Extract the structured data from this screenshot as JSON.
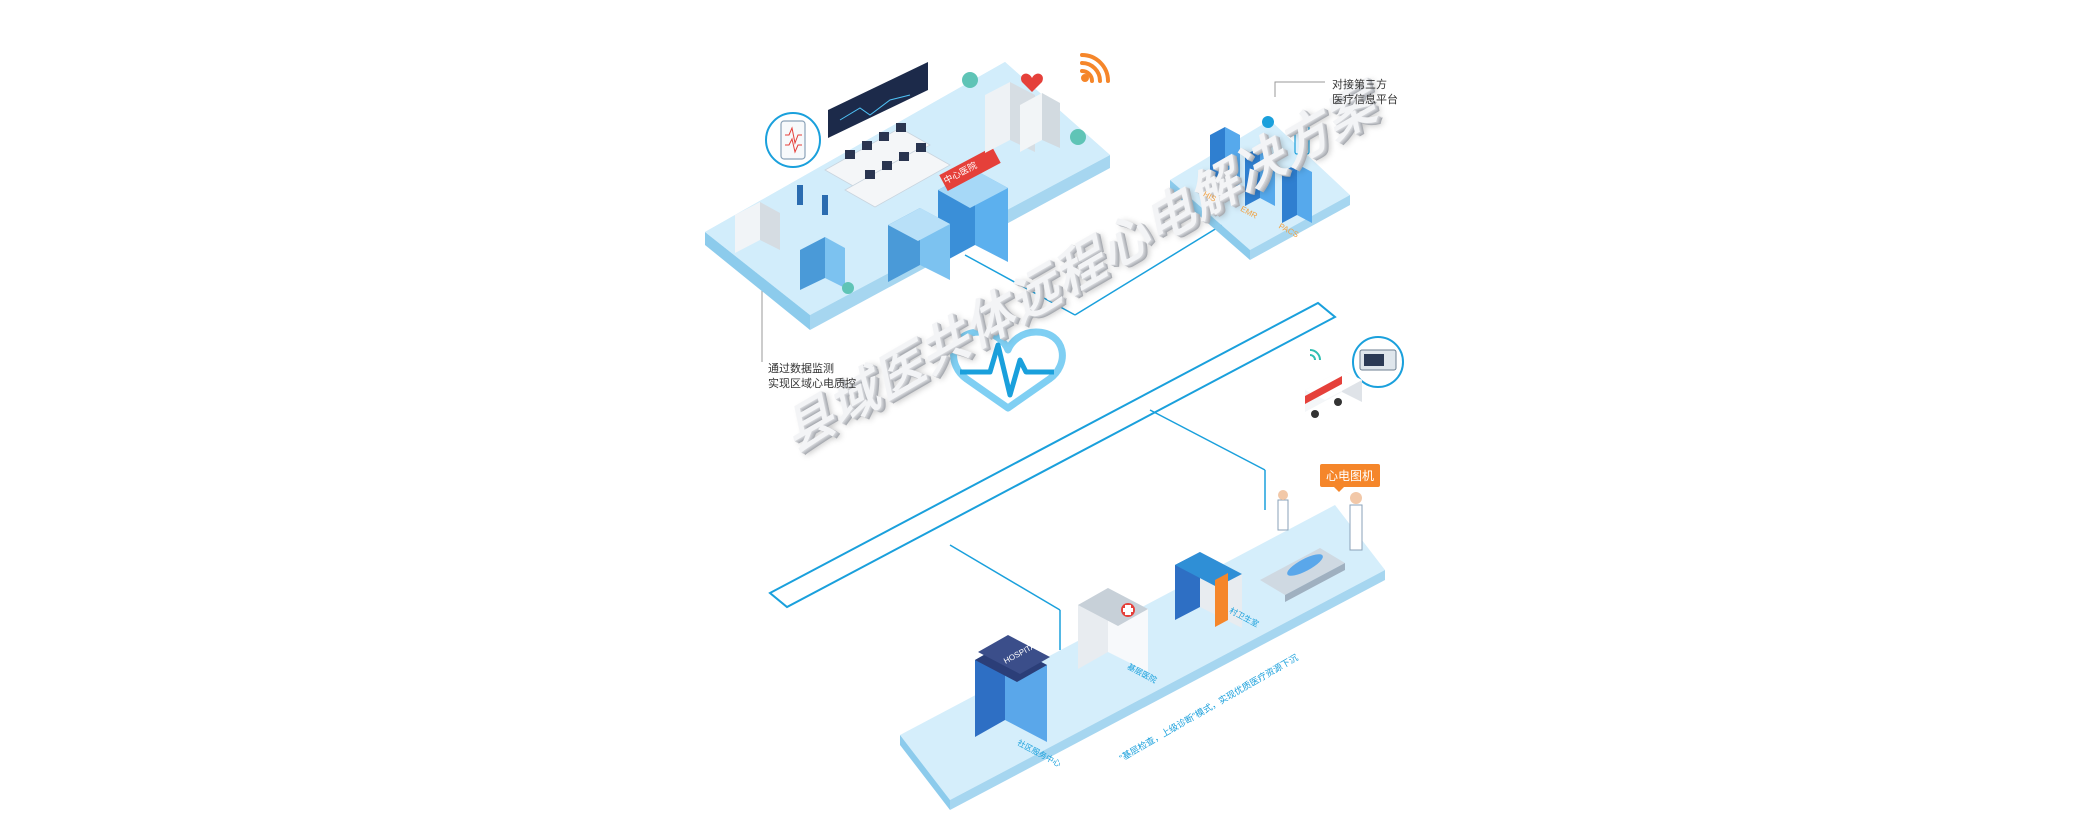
{
  "title": "县域医共体远程心电解决方案",
  "annotations": {
    "regional_monitor": [
      "通过数据监测",
      "实现区域心电质控"
    ],
    "third_party": [
      "对接第三方",
      "医疗信息平台"
    ]
  },
  "badges": {
    "ecg_machine": "心电图机",
    "center_hospital_sign": "中心医院",
    "hospital_sign": "HOSPITAL"
  },
  "server_labels": [
    "HIS",
    "EMR",
    "PACS"
  ],
  "facility_labels": {
    "community": "社区服务中心",
    "township": "基层医院",
    "village": "村卫生室"
  },
  "slogan": "\"基层检查，上级诊断\"模式，实现优质医疗资源下沉",
  "colors": {
    "accent_blue": "#1aa0dc",
    "platform_blue": "#d5eefb",
    "orange": "#f5862a",
    "red": "#e5403a"
  },
  "icons": [
    "heart-ecg-logo-icon",
    "wifi-icon",
    "ambulance-icon",
    "monitor-icon",
    "phone-ecg-icon"
  ]
}
